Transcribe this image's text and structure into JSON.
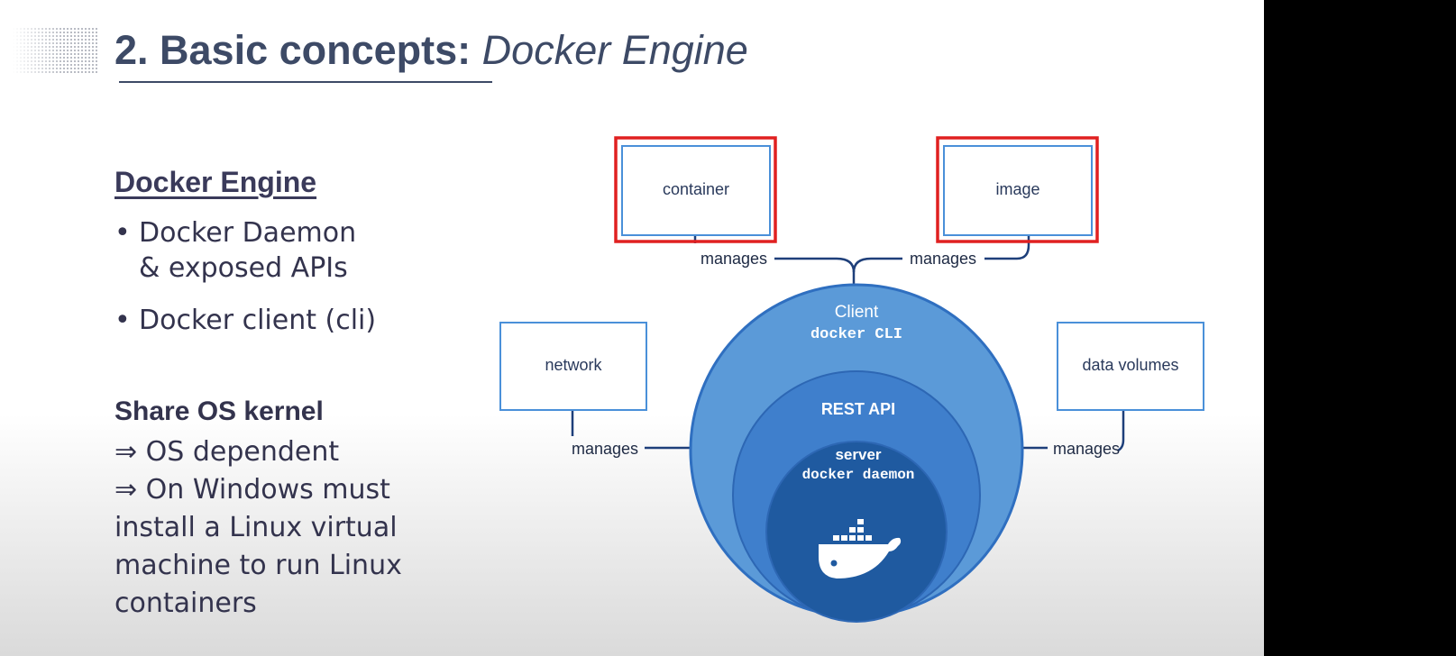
{
  "slide": {
    "title_number": "2. Basic concepts:",
    "title_topic": "Docker Engine",
    "section1": {
      "heading": "Docker Engine",
      "bullets": [
        {
          "line1": "Docker Daemon",
          "line2": "& exposed APIs"
        },
        {
          "line1": "Docker client (cli)"
        }
      ]
    },
    "section2": {
      "heading": "Share OS kernel",
      "lines": [
        "⇒ OS dependent",
        "⇒ On Windows must",
        "install a Linux virtual",
        "machine to run Linux",
        "containers"
      ]
    }
  },
  "diagram": {
    "boxes": {
      "container": "container",
      "image": "image",
      "network": "network",
      "data_volumes": "data volumes"
    },
    "manages_label": "manages",
    "client_label": "Client",
    "client_cli": "docker CLI",
    "rest_api": "REST API",
    "server_label": "server",
    "server_daemon": "docker daemon",
    "highlight_color": "#e02020",
    "colors": {
      "outer_circle": "#5b9ad8",
      "middle_circle": "#3f7fcc",
      "inner_circle": "#1f5aa0",
      "box_border": "#4a90d9",
      "connector": "#1e3f7a"
    }
  }
}
